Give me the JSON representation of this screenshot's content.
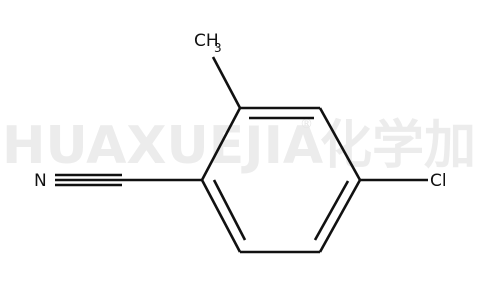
{
  "watermark": {
    "latin": "HUAXUEJIA",
    "registered": "®",
    "chinese": "化学加"
  },
  "molecule": {
    "atoms": {
      "nitrogen": "N",
      "methyl_main": "CH",
      "methyl_subscript": "3",
      "chlorine": "Cl"
    }
  }
}
